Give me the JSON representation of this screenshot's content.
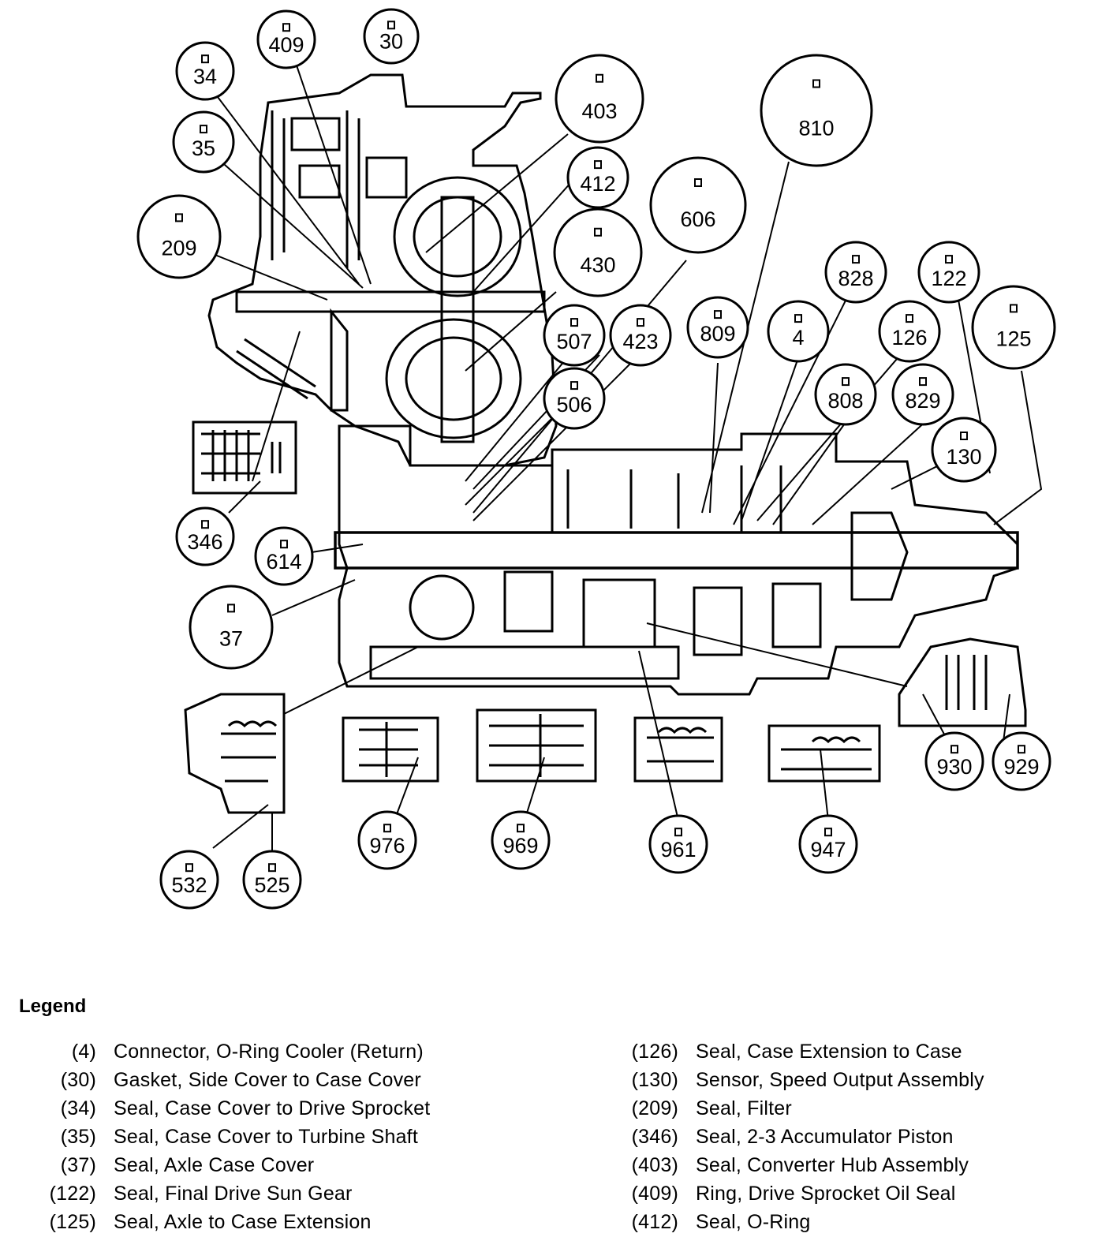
{
  "callouts": [
    {
      "id": "409",
      "label": "409"
    },
    {
      "id": "30",
      "label": "30"
    },
    {
      "id": "34",
      "label": "34"
    },
    {
      "id": "403",
      "label": "403"
    },
    {
      "id": "35",
      "label": "35"
    },
    {
      "id": "810",
      "label": "810"
    },
    {
      "id": "412",
      "label": "412"
    },
    {
      "id": "606",
      "label": "606"
    },
    {
      "id": "209",
      "label": "209"
    },
    {
      "id": "430",
      "label": "430"
    },
    {
      "id": "828",
      "label": "828"
    },
    {
      "id": "122",
      "label": "122"
    },
    {
      "id": "507",
      "label": "507"
    },
    {
      "id": "423",
      "label": "423"
    },
    {
      "id": "809",
      "label": "809"
    },
    {
      "id": "4",
      "label": "4"
    },
    {
      "id": "126",
      "label": "126"
    },
    {
      "id": "125",
      "label": "125"
    },
    {
      "id": "506",
      "label": "506"
    },
    {
      "id": "808",
      "label": "808"
    },
    {
      "id": "829",
      "label": "829"
    },
    {
      "id": "130",
      "label": "130"
    },
    {
      "id": "346",
      "label": "346"
    },
    {
      "id": "614",
      "label": "614"
    },
    {
      "id": "37",
      "label": "37"
    },
    {
      "id": "930",
      "label": "930"
    },
    {
      "id": "929",
      "label": "929"
    },
    {
      "id": "976",
      "label": "976"
    },
    {
      "id": "969",
      "label": "969"
    },
    {
      "id": "961",
      "label": "961"
    },
    {
      "id": "947",
      "label": "947"
    },
    {
      "id": "532",
      "label": "532"
    },
    {
      "id": "525",
      "label": "525"
    }
  ],
  "legend": {
    "title": "Legend",
    "left": [
      {
        "num": "(4)",
        "text": "Connector, O-Ring Cooler (Return)"
      },
      {
        "num": "(30)",
        "text": "Gasket, Side Cover to Case Cover"
      },
      {
        "num": "(34)",
        "text": "Seal, Case Cover to Drive Sprocket"
      },
      {
        "num": "(35)",
        "text": "Seal, Case Cover to Turbine Shaft"
      },
      {
        "num": "(37)",
        "text": "Seal, Axle Case Cover"
      },
      {
        "num": "(122)",
        "text": "Seal, Final Drive Sun Gear"
      },
      {
        "num": "(125)",
        "text": "Seal, Axle to Case Extension"
      }
    ],
    "right": [
      {
        "num": "(126)",
        "text": "Seal, Case Extension to Case"
      },
      {
        "num": "(130)",
        "text": "Sensor, Speed Output Assembly"
      },
      {
        "num": "(209)",
        "text": "Seal, Filter"
      },
      {
        "num": "(346)",
        "text": "Seal, 2-3 Accumulator Piston"
      },
      {
        "num": "(403)",
        "text": "Seal, Converter Hub Assembly"
      },
      {
        "num": "(409)",
        "text": "Ring, Drive Sprocket Oil Seal"
      },
      {
        "num": "(412)",
        "text": "Seal, O-Ring"
      }
    ]
  }
}
